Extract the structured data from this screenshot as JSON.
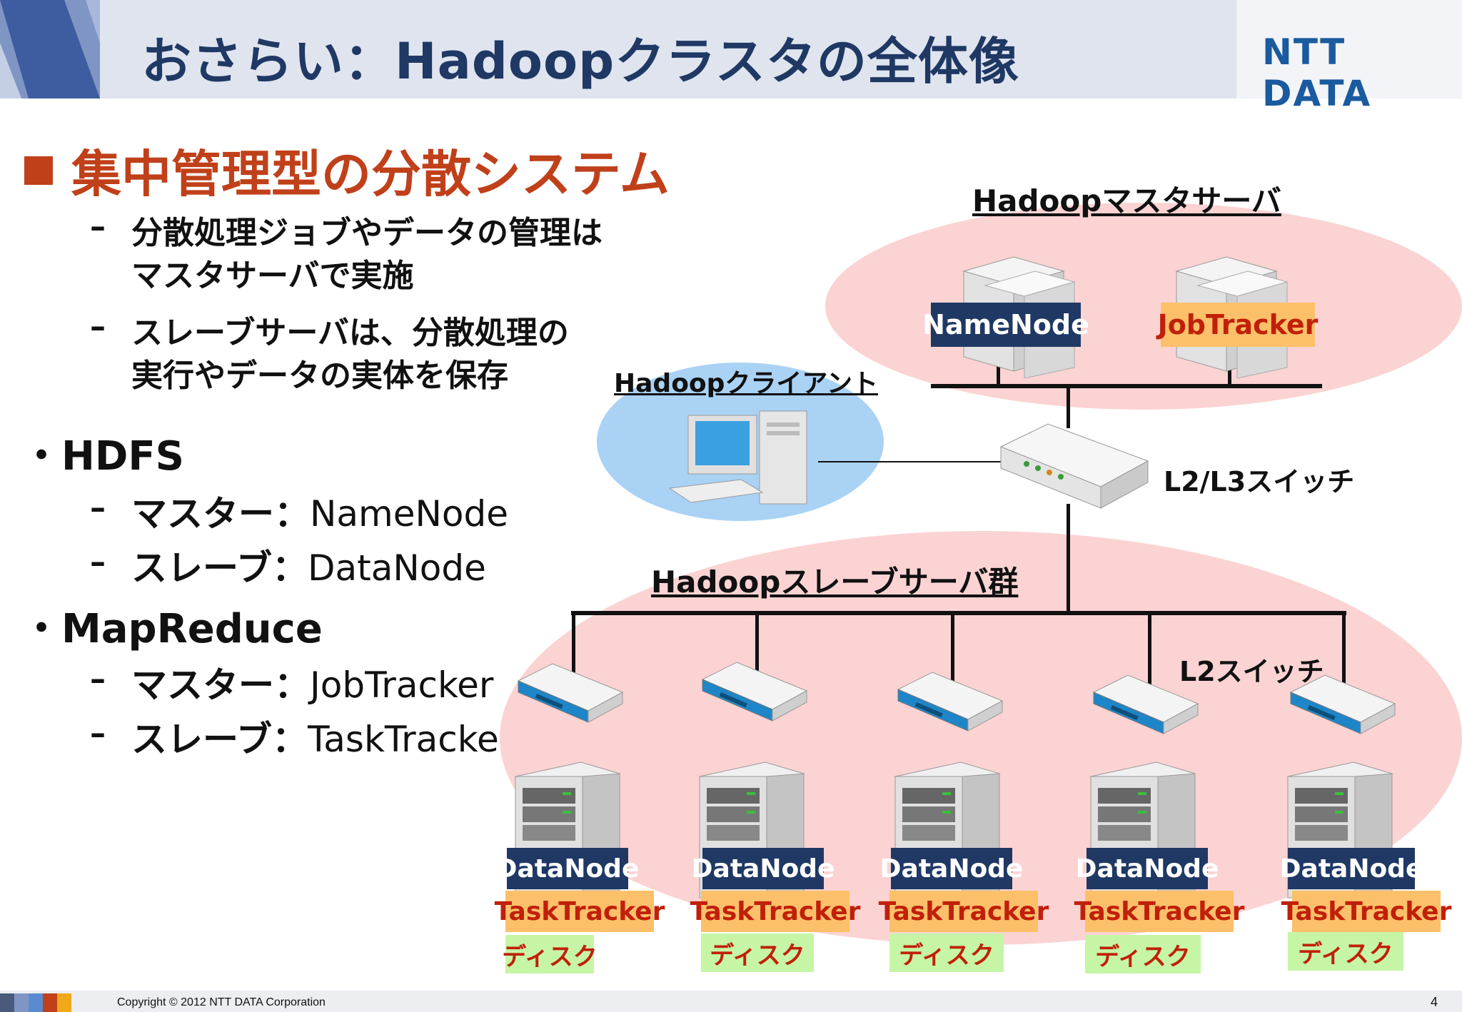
{
  "slide": {
    "title": "おさらい：Hadoopクラスタの全体像",
    "logo": "NTT DATA",
    "heading": "集中管理型の分散システム",
    "sub1_line1": "分散処理ジョブやデータの管理は",
    "sub1_line2": "マスタサーバで実施",
    "sub2_line1": "スレーブサーバは、分散処理の",
    "sub2_line2": "実行やデータの実体を保存",
    "dash": "–",
    "hdfs": "・HDFS",
    "hdfs_master_key": "マスター：",
    "hdfs_master_val": "NameNode",
    "hdfs_slave_key": "スレーブ：",
    "hdfs_slave_val": "DataNode",
    "mapreduce": "・MapReduce",
    "mr_master_key": "マスター：",
    "mr_master_val": "JobTracker",
    "mr_slave_key": "スレーブ：",
    "mr_slave_val": "TaskTracker"
  },
  "diagram": {
    "master_server_label": "Hadoopマスタサーバ",
    "namenode": "NameNode",
    "jobtracker": "JobTracker",
    "client_label": "Hadoopクライアント",
    "core_switch_label": "L2/L3スイッチ",
    "slave_group_label": "Hadoopスレーブサーバ群",
    "l2_switch_label": "L2スイッチ",
    "slaves": [
      {
        "datanode": "DataNode",
        "tasktracker": "TaskTracker",
        "disk": "ディスク"
      },
      {
        "datanode": "DataNode",
        "tasktracker": "TaskTracker",
        "disk": "ディスク"
      },
      {
        "datanode": "DataNode",
        "tasktracker": "TaskTracker",
        "disk": "ディスク"
      },
      {
        "datanode": "DataNode",
        "tasktracker": "TaskTracker",
        "disk": "ディスク"
      },
      {
        "datanode": "DataNode",
        "tasktracker": "TaskTracker",
        "disk": "ディスク"
      }
    ]
  },
  "footer": {
    "copyright": "Copyright © 2012 NTT DATA Corporation",
    "page_number": "4"
  }
}
